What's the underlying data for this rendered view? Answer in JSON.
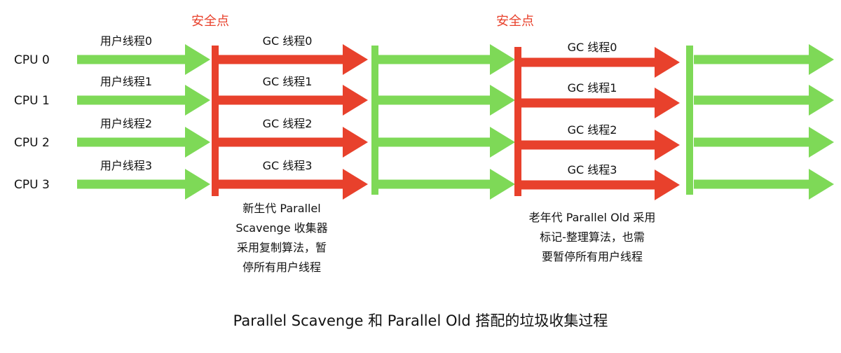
{
  "colors": {
    "green": "#7ed957",
    "red": "#e8412c",
    "label_red": "#e8412c",
    "text": "#111111"
  },
  "cpus": [
    "CPU 0",
    "CPU 1",
    "CPU 2",
    "CPU 3"
  ],
  "safepoint_label": "安全点",
  "user_threads": [
    "用户线程0",
    "用户线程1",
    "用户线程2",
    "用户线程3"
  ],
  "gc_threads": [
    "GC 线程0",
    "GC 线程1",
    "GC 线程2",
    "GC 线程3"
  ],
  "young_note": [
    "新生代 Parallel",
    "Scavenge 收集器",
    "采用复制算法，暂",
    "停所有用户线程"
  ],
  "old_note": [
    "老年代 Parallel Old 采用",
    "标记-整理算法，也需",
    "要暂停所有用户线程"
  ],
  "caption": "Parallel Scavenge 和 Parallel Old 搭配的垃圾收集过程"
}
